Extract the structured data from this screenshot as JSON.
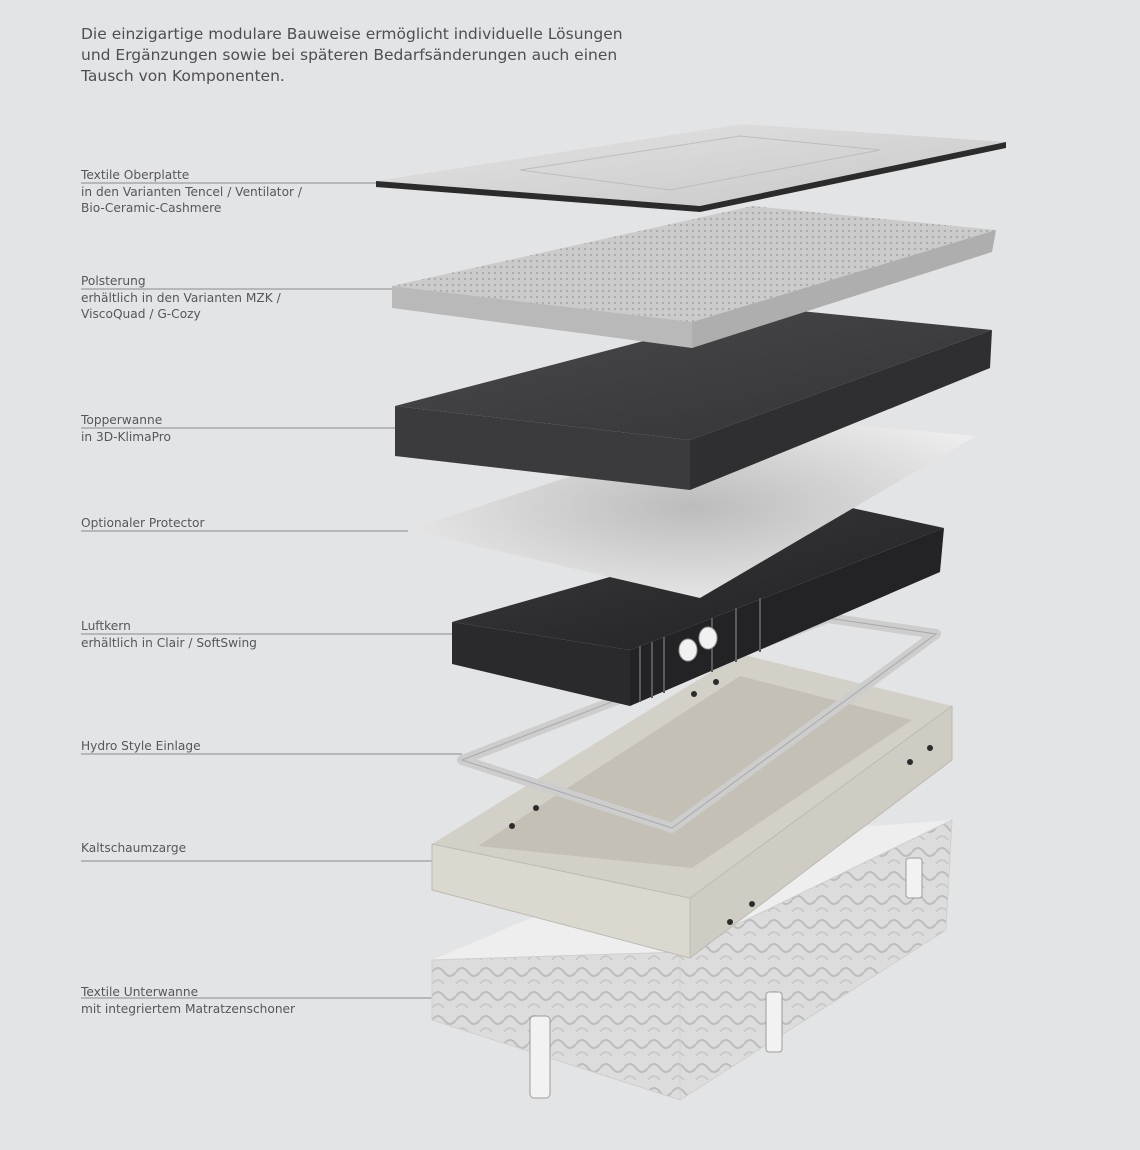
{
  "intro": {
    "line1": "Die einzigartige modulare Bauweise ermöglicht individuelle Lösungen",
    "line2": "und Ergänzungen sowie bei späteren Bedarfsänderungen auch einen",
    "line3": "Tausch von Komponenten."
  },
  "layers": [
    {
      "title": "Textile Oberplatte",
      "lines": [
        "in den Varianten Tencel / Ventilator /",
        "Bio-Ceramic-Cashmere"
      ]
    },
    {
      "title": "Polsterung",
      "lines": [
        "erhältlich in den Varianten MZK /",
        "ViscoQuad / G-Cozy"
      ]
    },
    {
      "title": "Topperwanne",
      "lines": [
        "in 3D-KlimaPro"
      ]
    },
    {
      "title": "Optionaler Protector",
      "lines": []
    },
    {
      "title": "Luftkern",
      "lines": [
        "erhältlich in Clair / SoftSwing"
      ]
    },
    {
      "title": "Hydro Style Einlage",
      "lines": []
    },
    {
      "title": "Kaltschaumzarge",
      "lines": []
    },
    {
      "title": "Textile Unterwanne",
      "lines": [
        "mit integriertem Matratzenschoner"
      ]
    }
  ],
  "colors": {
    "background": "#e3e4e6",
    "text": "#57575a",
    "leader": "#8a8a8c",
    "dark_layer": "#3a3a3c",
    "light_layer": "#c9c9c9"
  }
}
